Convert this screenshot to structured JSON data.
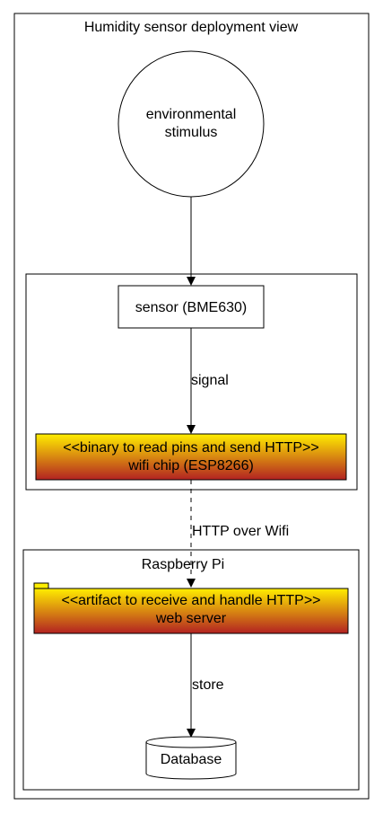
{
  "outer_cluster": {
    "title": "Humidity sensor deployment view"
  },
  "stimulus": {
    "line1": "environmental",
    "line2": "stimulus"
  },
  "device_cluster": {
    "title": ""
  },
  "sensor": {
    "label": "sensor (BME630)"
  },
  "wifi_chip": {
    "stereotype": "<<binary to read pins and send HTTP>>",
    "label": "wifi chip (ESP8266)"
  },
  "pi_cluster": {
    "title": "Raspberry Pi"
  },
  "web_server": {
    "stereotype": "<<artifact to receive and handle HTTP>>",
    "label": "web server"
  },
  "database": {
    "label": "Database"
  },
  "edges": {
    "signal": "signal",
    "http": "HTTP over Wifi",
    "store": "store"
  },
  "colors": {
    "gradient_top": "#ffee00",
    "gradient_bottom": "#b22222",
    "stroke": "#000000",
    "background": "#ffffff"
  }
}
